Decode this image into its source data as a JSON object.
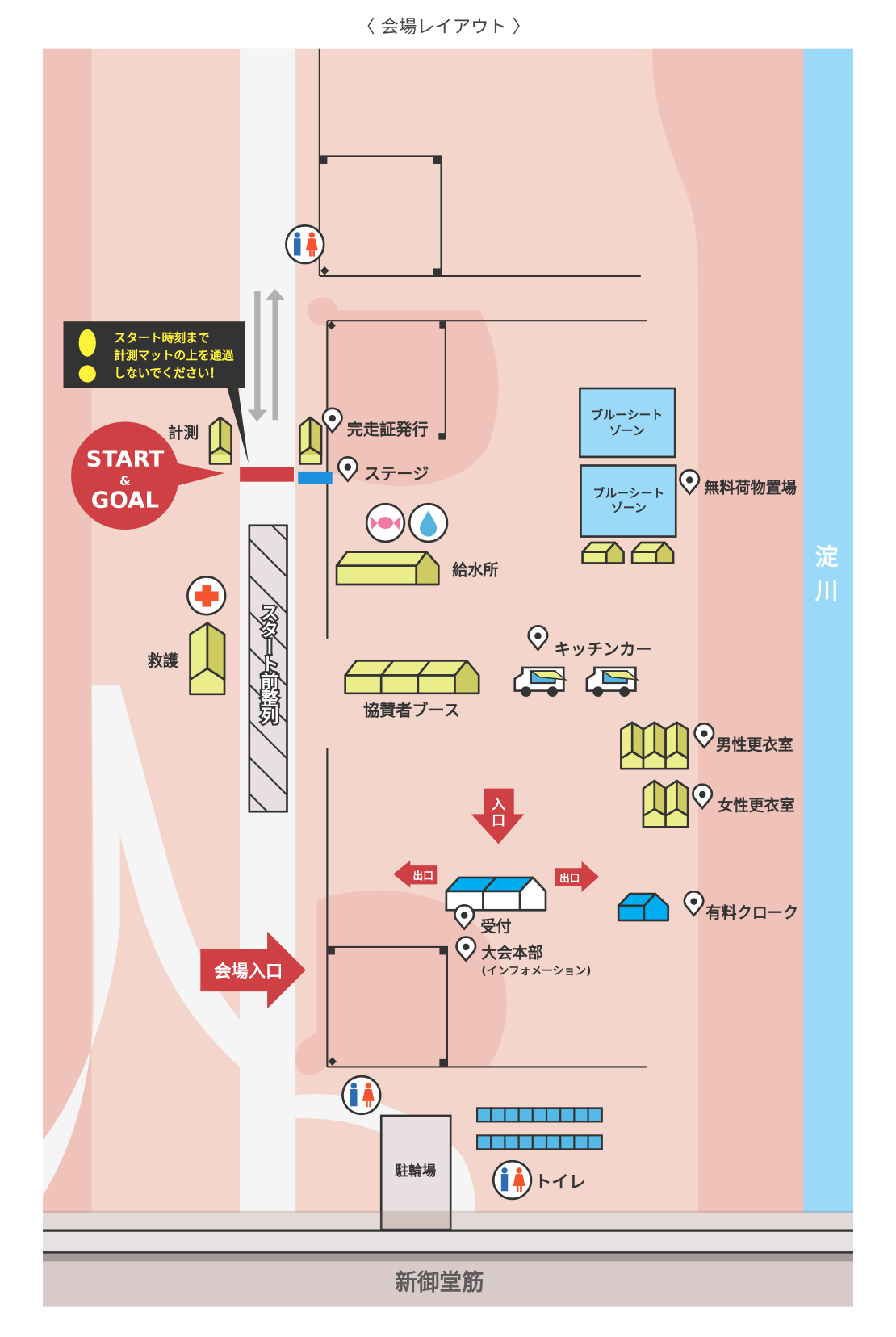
{
  "title": "〈 会場レイアウト 〉",
  "colors": {
    "ground_light": "#f4d5cc",
    "ground_dark": "#efc3b9",
    "road": "#f5f5f5",
    "river": "#9ad9f8",
    "tent": "#ebec8a",
    "tent_side": "#cfcb63",
    "red_accent": "#cf4044",
    "blue_mat": "#1f8fe0",
    "warning_bg": "#333333",
    "warning_text": "#fff33a",
    "street": "#d8cacb"
  },
  "warning": {
    "lines": [
      "スタート時刻まで",
      "計測マットの上を通過",
      "しないでください！"
    ],
    "icon": "exclamation-icon"
  },
  "start_goal": {
    "line1": "START",
    "line2": "&",
    "line3": "GOAL"
  },
  "labels": {
    "timing": "計測",
    "finisher_cert": "完走証発行",
    "stage": "ステージ",
    "water_station": "給水所",
    "first_aid": "救護",
    "pre_start_queue": "スタート前整列",
    "sponsor_booths": "協賛者ブース",
    "kitchen_car": "キッチンカー",
    "blue_sheet_1": [
      "ブルーシート",
      "ゾーン"
    ],
    "blue_sheet_2": [
      "ブルーシート",
      "ゾーン"
    ],
    "free_baggage": "無料荷物置場",
    "river": [
      "淀",
      "川"
    ],
    "mens_changing": "男性更衣室",
    "womens_changing": "女性更衣室",
    "entrance_arrow": [
      "入",
      "口"
    ],
    "exit_left": "出口",
    "exit_right": "出口",
    "reception": "受付",
    "hq": "大会本部",
    "hq_sub": "(インフォメーション)",
    "paid_cloak": "有料クローク",
    "venue_entrance": "会場入口",
    "bike_parking": "駐輪場",
    "toilet": "トイレ",
    "street": "新御堂筋"
  },
  "icons": {
    "toilet": "toilet-icon",
    "first_aid": "red-cross-icon",
    "candy": "candy-icon",
    "water": "water-drop-icon",
    "pin": "map-pin-icon",
    "kitchen_car": "food-truck-icon"
  }
}
